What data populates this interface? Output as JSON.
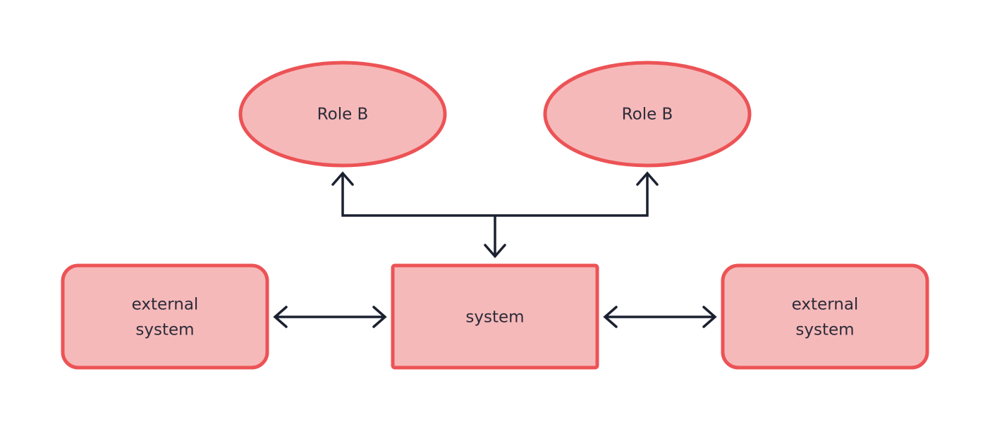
{
  "colors": {
    "node_fill": "#f6b9b9",
    "node_stroke": "#ec5356",
    "connector": "#1b2030",
    "label": "#2b2b3a",
    "background": "#ffffff"
  },
  "nodes": {
    "role_left": {
      "shape": "ellipse",
      "lines": [
        "Role B"
      ]
    },
    "role_right": {
      "shape": "ellipse",
      "lines": [
        "Role B"
      ]
    },
    "external_left": {
      "shape": "rounded-rectangle",
      "lines": [
        "external",
        "system"
      ]
    },
    "system": {
      "shape": "rectangle",
      "lines": [
        "system"
      ]
    },
    "external_right": {
      "shape": "rounded-rectangle",
      "lines": [
        "external",
        "system"
      ]
    }
  },
  "edges": [
    {
      "from": "system",
      "to": "role_left",
      "direction": "both"
    },
    {
      "from": "system",
      "to": "role_right",
      "direction": "both"
    },
    {
      "from": "external_left",
      "to": "system",
      "direction": "both"
    },
    {
      "from": "system",
      "to": "external_right",
      "direction": "both"
    }
  ]
}
